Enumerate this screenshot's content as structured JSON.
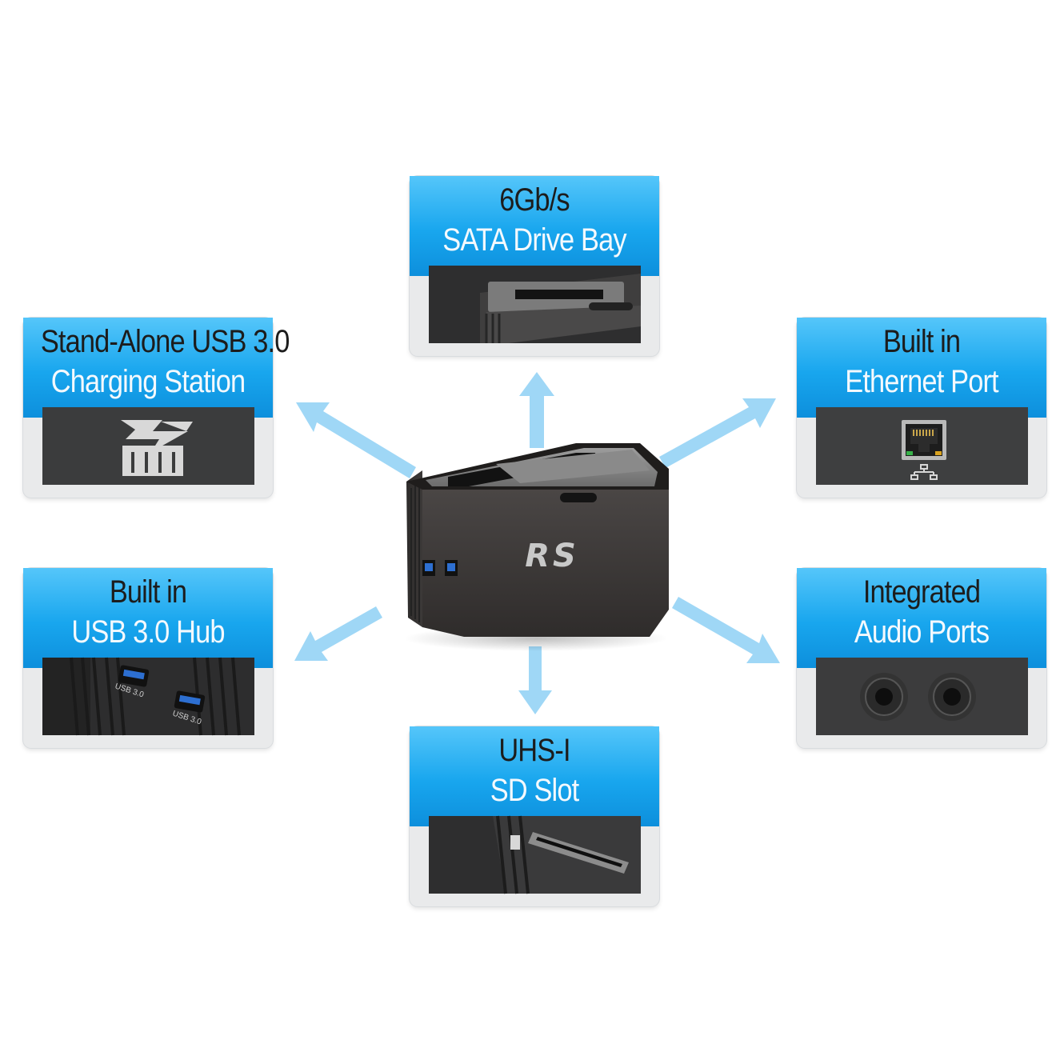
{
  "features": {
    "sata": {
      "line1": "6Gb/s",
      "line2": "SATA Drive Bay"
    },
    "charging": {
      "line1": "Stand-Alone USB 3.0",
      "line2": "Charging Station"
    },
    "ethernet": {
      "line1": "Built in",
      "line2": "Ethernet Port"
    },
    "usb_hub": {
      "line1": "Built in",
      "line2": "USB 3.0 Hub"
    },
    "audio": {
      "line1": "Integrated",
      "line2": "Audio Ports"
    },
    "sd": {
      "line1": "UHS-I",
      "line2": "SD Slot"
    }
  },
  "device": {
    "logo": "RS"
  },
  "usb_port_label": "USB 3.0",
  "colors": {
    "header_blue": "#18a6ee",
    "arrow_blue": "#8fd0f5",
    "device_body": "#3b3938",
    "panel_dark": "#3a3b3c"
  }
}
